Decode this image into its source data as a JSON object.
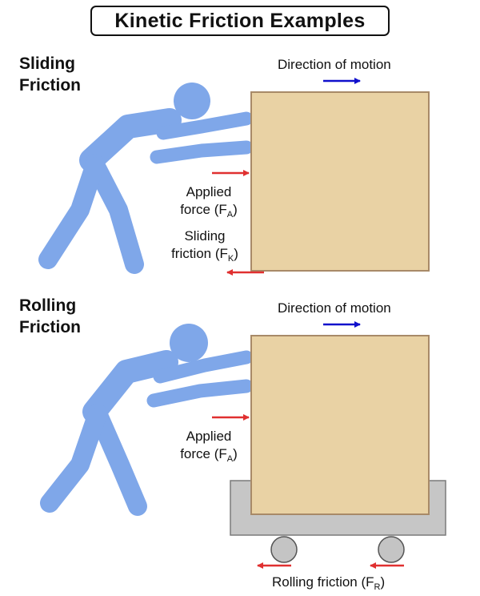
{
  "title": "Kinetic Friction Examples",
  "colors": {
    "person": "#7fa7e9",
    "box_fill": "#e9d2a4",
    "box_border": "#a88a68",
    "motion_arrow": "#1010cc",
    "force_arrow": "#e03030",
    "cart": "#c6c6c6",
    "cart_border": "#7a7a7a",
    "wheel": "#c4c4c4"
  },
  "sliding": {
    "title_line1": "Sliding",
    "title_line2": "Friction",
    "motion_label": "Direction of motion",
    "applied_line1": "Applied",
    "applied_line2": "force (F",
    "applied_sub": "A",
    "applied_close": ")",
    "friction_line1": "Sliding",
    "friction_line2": "friction (F",
    "friction_sub": "K",
    "friction_close": ")"
  },
  "rolling": {
    "title_line1": "Rolling",
    "title_line2": "Friction",
    "motion_label": "Direction of motion",
    "applied_line1": "Applied",
    "applied_line2": "force (F",
    "applied_sub": "A",
    "applied_close": ")",
    "friction_label": "Rolling friction (F",
    "friction_sub": "R",
    "friction_close": ")"
  }
}
